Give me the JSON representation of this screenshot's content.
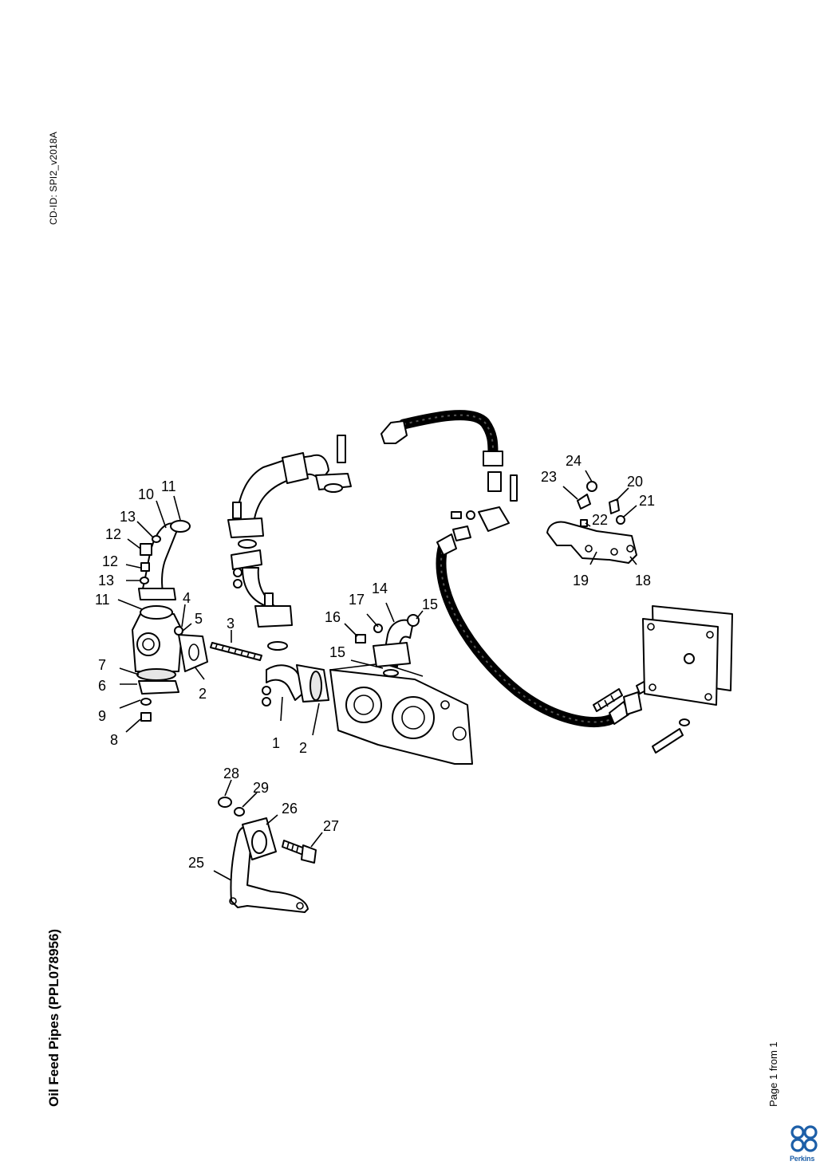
{
  "header": {
    "cd_id": "CD-ID: SPI2_v2018A"
  },
  "title": "Oil Feed Pipes (PPL078956)",
  "footer": {
    "page_count": "Page 1 from 1",
    "brand": "Perkins",
    "brand_color": "#1d5fa8"
  },
  "diagram": {
    "callouts": [
      "1",
      "2",
      "2",
      "3",
      "4",
      "5",
      "6",
      "7",
      "8",
      "9",
      "10",
      "11",
      "11",
      "12",
      "12",
      "13",
      "13",
      "14",
      "15",
      "15",
      "16",
      "17",
      "18",
      "19",
      "20",
      "21",
      "22",
      "23",
      "24",
      "25",
      "26",
      "27",
      "28",
      "29"
    ]
  }
}
